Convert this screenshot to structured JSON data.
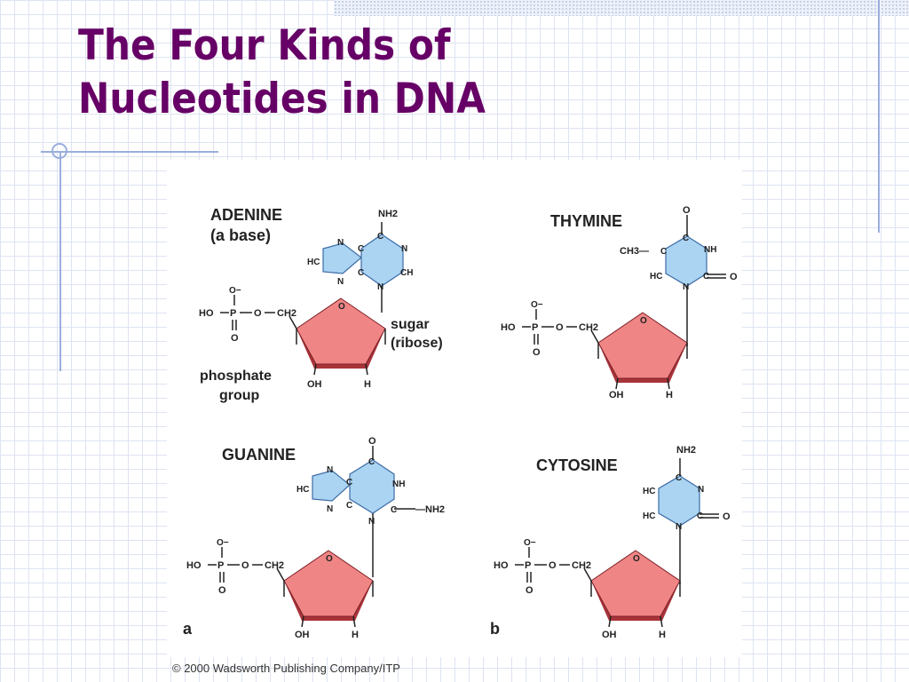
{
  "slide": {
    "title_line1": "The Four Kinds of",
    "title_line2": "Nucleotides in DNA",
    "copyright": "© 2000 Wadsworth Publishing Company/ITP"
  },
  "figure": {
    "adenine": {
      "label": "ADENINE",
      "sublabel": "(a base)",
      "sugar_label": "sugar",
      "ribose_label": "(ribose)",
      "phosphate_label1": "phosphate",
      "phosphate_label2": "group"
    },
    "thymine": {
      "label": "THYMINE",
      "methyl": "CH3—"
    },
    "guanine": {
      "label": "GUANINE"
    },
    "cytosine": {
      "label": "CYTOSINE"
    },
    "panel_a": "a",
    "panel_b": "b",
    "atoms": {
      "nh2": "NH2",
      "n": "N",
      "c": "C",
      "o": "O",
      "hc": "HC",
      "ch": "CH",
      "nh": "NH",
      "o_minus": "O−",
      "ho": "HO",
      "p": "P",
      "ch2": "CH2",
      "oh": "OH",
      "h": "H",
      "dbl_o": "══ O",
      "nh2_link": "—NH2"
    },
    "colors": {
      "base": "#aad4f2",
      "sugar": "#ef8585",
      "sugar_dark": "#a8343a",
      "title": "#660066"
    }
  }
}
